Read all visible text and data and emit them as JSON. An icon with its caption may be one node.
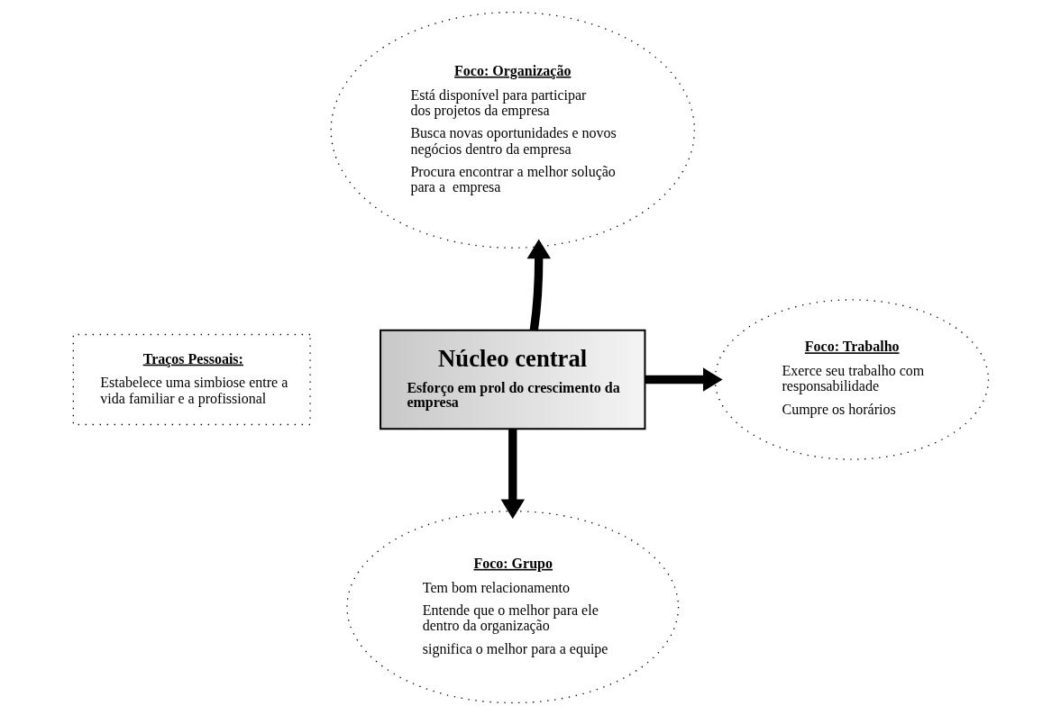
{
  "diagram": {
    "nodes": [
      {
        "text": [
          "Foco: Organização",
          "Está disponível para participar dos projetos da empresa",
          "Busca novas oportunidades e novos negócios dentro da empresa",
          "Procura encontrar a melhor solução para a  empresa"
        ]
      },
      {
        "text": [
          "Traços Pessoais:",
          "Estabelece uma simbiose entre a vida familiar e a profissional"
        ]
      },
      {
        "text": [
          "Núcleo central",
          "Esforço em prol do crescimento da empresa"
        ]
      },
      {
        "text": [
          "Foco: Trabalho",
          "Exerce seu trabalho com responsabilidade",
          "Cumpre os horários"
        ]
      },
      {
        "text": [
          "Foco: Grupo",
          "Tem bom relacionamento",
          "Entende que o melhor para ele dentro da organização",
          "significa o melhor para a equipe"
        ]
      }
    ],
    "edges": [
      {
        "from": 2,
        "to": 0,
        "arrow": "to"
      },
      {
        "from": 2,
        "to": 3,
        "arrow": "to"
      },
      {
        "from": 2,
        "to": 4,
        "arrow": "to"
      }
    ]
  }
}
